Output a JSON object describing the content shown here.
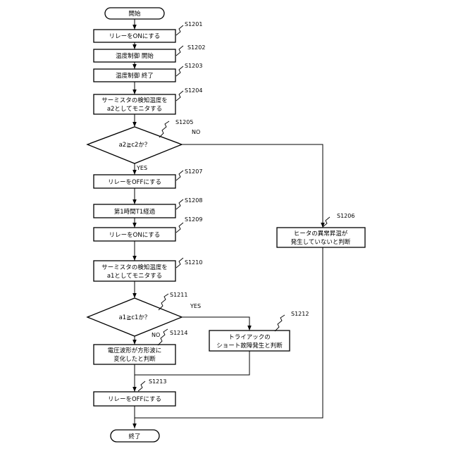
{
  "flowchart": {
    "start": "開始",
    "end": "終了",
    "steps": {
      "s1201": {
        "id": "S1201",
        "text": "リレーをONにする"
      },
      "s1202": {
        "id": "S1202",
        "text": "温度制御 開始"
      },
      "s1203": {
        "id": "S1203",
        "text": "温度制御 終了"
      },
      "s1204": {
        "id": "S1204",
        "line1": "サーミスタの検知温度を",
        "line2": "a2としてモニタする"
      },
      "s1205": {
        "id": "S1205",
        "text": "a2≧c2か？"
      },
      "s1206": {
        "id": "S1206",
        "line1": "ヒータの異常昇温が",
        "line2": "発生していないと判断"
      },
      "s1207": {
        "id": "S1207",
        "text": "リレーをOFFにする"
      },
      "s1208": {
        "id": "S1208",
        "text": "第1時間T1経過"
      },
      "s1209": {
        "id": "S1209",
        "text": "リレーをONにする"
      },
      "s1210": {
        "id": "S1210",
        "line1": "サーミスタの検知温度を",
        "line2": "a1としてモニタする"
      },
      "s1211": {
        "id": "S1211",
        "text": "a1≧c1か？"
      },
      "s1212": {
        "id": "S1212",
        "line1": "トライアックの",
        "line2": "ショート故障発生と判断"
      },
      "s1213": {
        "id": "S1213",
        "text": "リレーをOFFにする"
      },
      "s1214": {
        "id": "S1214",
        "line1": "電圧波形が方形波に",
        "line2": "変化したと判断"
      }
    },
    "branches": {
      "s1205_yes": "YES",
      "s1205_no": "NO",
      "s1211_yes": "YES",
      "s1211_no": "NO"
    }
  }
}
